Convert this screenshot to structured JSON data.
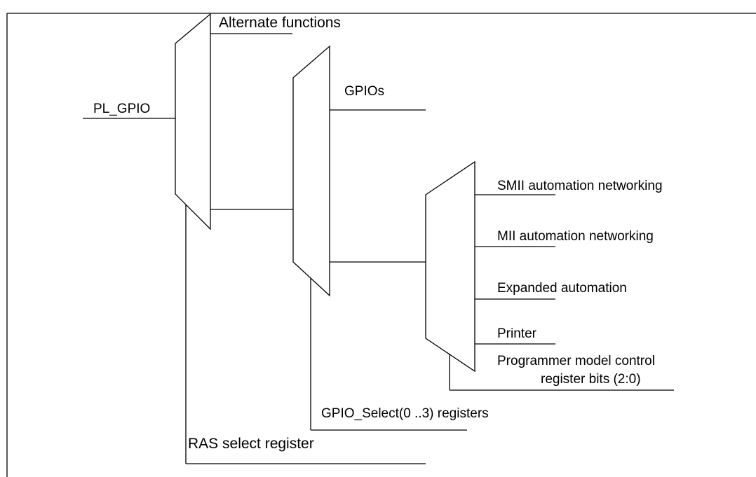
{
  "figure_caption": "",
  "input_label": "PL_GPIO",
  "mux1": {
    "output_label": "Alternate functions",
    "select_label": "RAS select register"
  },
  "mux2": {
    "output_label": "GPIOs",
    "select_label": "GPIO_Select(0 ..3) registers"
  },
  "mux3": {
    "outputs": [
      "SMII automation networking",
      "MII automation networking",
      "Expanded automation",
      "Printer"
    ],
    "select_label_line1": "Programmer model control",
    "select_label_line2": "register bits (2:0)"
  }
}
